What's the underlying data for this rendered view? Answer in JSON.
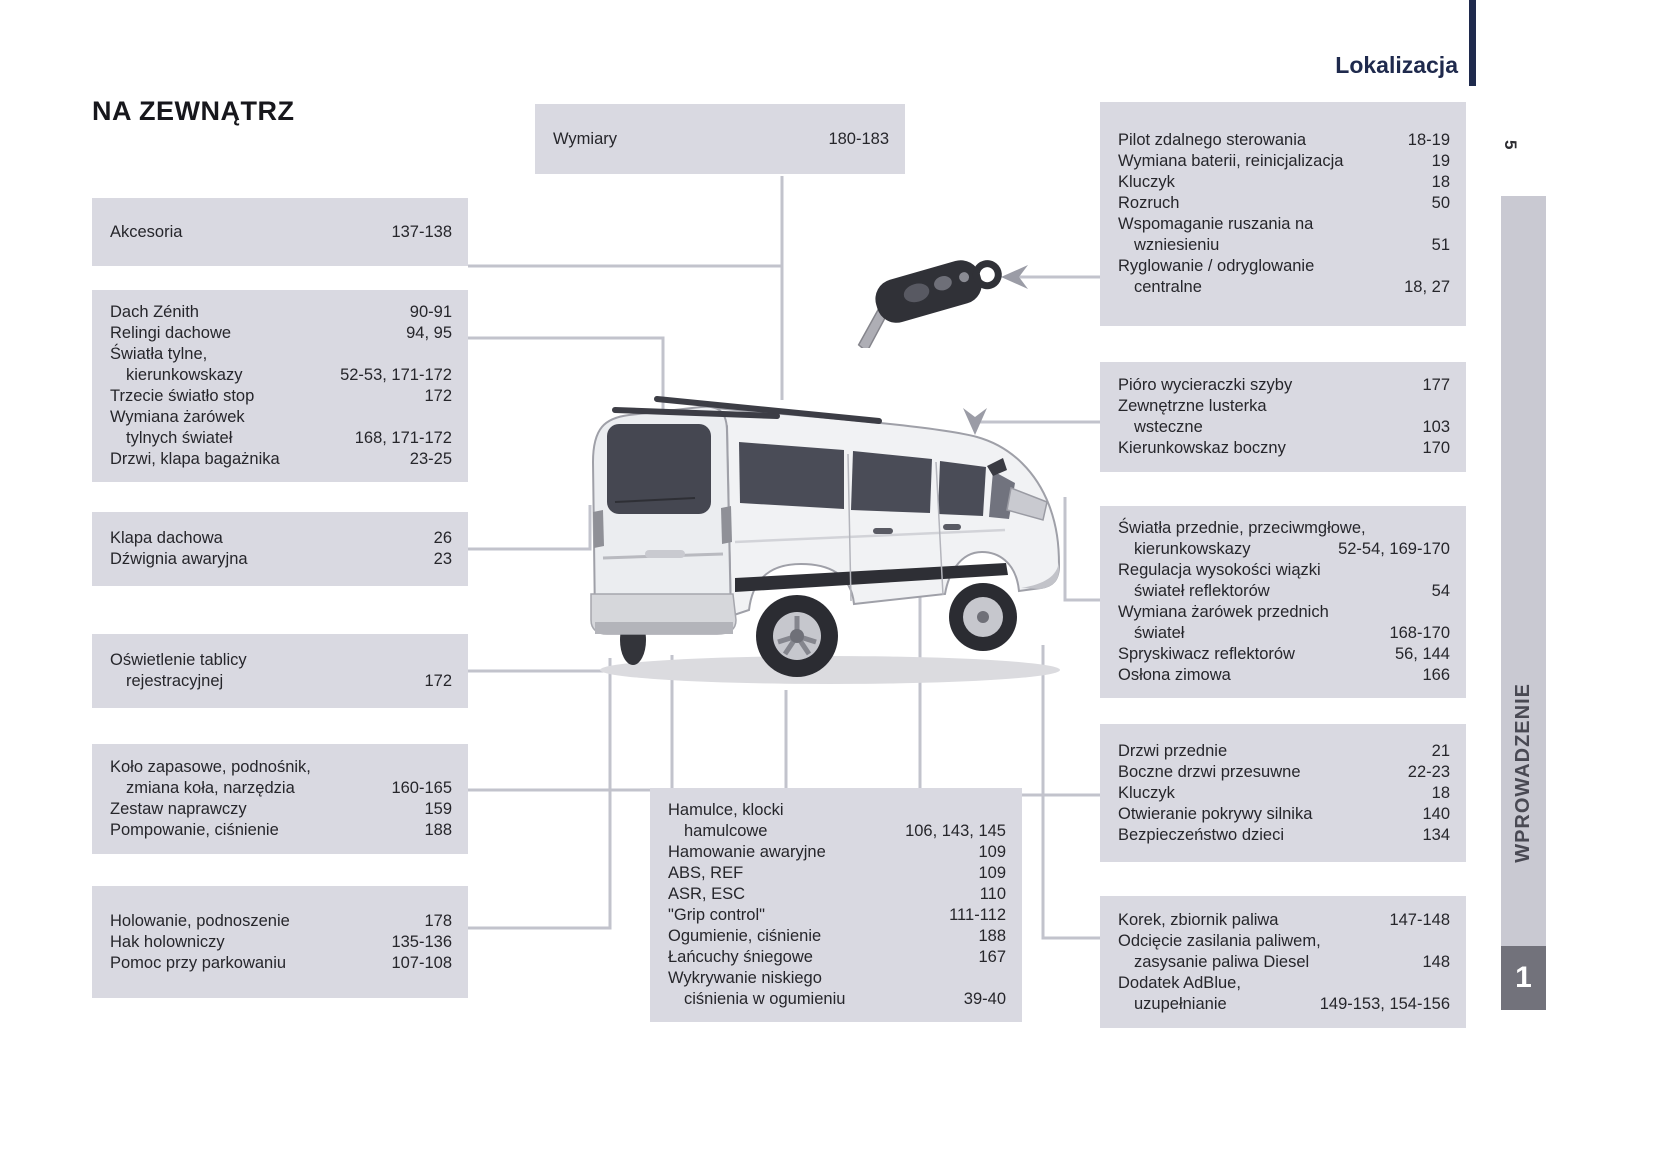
{
  "page": {
    "section_title": "NA ZEWNĄTRZ",
    "header_label": "Lokalizacja",
    "page_number": "5",
    "sidebar_label": "WPROWADZENIE",
    "chapter_number": "1"
  },
  "colors": {
    "box_bg": "#d9d9e1",
    "header_navy": "#1f2a4d",
    "sidebar_strip": "#c9c9d2",
    "chapter_bg": "#72727b",
    "connector": "#c2c3cc"
  },
  "illustrations": {
    "vehicle": "van-rear-three-quarter-view",
    "key": "remote-control-flip-key"
  },
  "boxes": {
    "wymiary": {
      "rows": [
        {
          "label": "Wymiary",
          "pages": "180-183"
        }
      ]
    },
    "akcesoria": {
      "rows": [
        {
          "label": "Akcesoria",
          "pages": "137-138"
        }
      ]
    },
    "dach": {
      "rows": [
        {
          "label": "Dach Zénith",
          "pages": "90-91"
        },
        {
          "label": "Relingi dachowe",
          "pages": "94, 95"
        },
        {
          "label": "Światła tylne,",
          "pages": ""
        },
        {
          "label": "kierunkowskazy",
          "pages": "52-53, 171-172",
          "indent": true
        },
        {
          "label": "Trzecie światło stop",
          "pages": "172"
        },
        {
          "label": "Wymiana żarówek",
          "pages": ""
        },
        {
          "label": "tylnych świateł",
          "pages": "168, 171-172",
          "indent": true
        },
        {
          "label": "Drzwi, klapa bagażnika",
          "pages": "23-25"
        }
      ]
    },
    "klapa": {
      "rows": [
        {
          "label": "Klapa dachowa",
          "pages": "26"
        },
        {
          "label": "Dźwignia awaryjna",
          "pages": "23"
        }
      ]
    },
    "oswietlenie": {
      "rows": [
        {
          "label": "Oświetlenie tablicy",
          "pages": ""
        },
        {
          "label": "rejestracyjnej",
          "pages": "172",
          "indent": true
        }
      ]
    },
    "kolo": {
      "rows": [
        {
          "label": "Koło zapasowe, podnośnik,",
          "pages": ""
        },
        {
          "label": "zmiana koła, narzędzia",
          "pages": "160-165",
          "indent": true
        },
        {
          "label": "Zestaw naprawczy",
          "pages": "159"
        },
        {
          "label": "Pompowanie, ciśnienie",
          "pages": "188"
        }
      ]
    },
    "holowanie": {
      "rows": [
        {
          "label": "Holowanie, podnoszenie",
          "pages": "178"
        },
        {
          "label": "Hak holowniczy",
          "pages": "135-136"
        },
        {
          "label": "Pomoc przy parkowaniu",
          "pages": "107-108"
        }
      ]
    },
    "hamulce": {
      "rows": [
        {
          "label": "Hamulce, klocki",
          "pages": ""
        },
        {
          "label": "hamulcowe",
          "pages": "106, 143, 145",
          "indent": true
        },
        {
          "label": "Hamowanie awaryjne",
          "pages": "109"
        },
        {
          "label": "ABS, REF",
          "pages": "109"
        },
        {
          "label": "ASR, ESC",
          "pages": "110"
        },
        {
          "label": "\"Grip control\"",
          "pages": "111-112"
        },
        {
          "label": "Ogumienie, ciśnienie",
          "pages": "188"
        },
        {
          "label": "Łańcuchy śniegowe",
          "pages": "167"
        },
        {
          "label": "Wykrywanie niskiego",
          "pages": ""
        },
        {
          "label": "ciśnienia w ogumieniu",
          "pages": "39-40",
          "indent": true
        }
      ]
    },
    "pilot": {
      "rows": [
        {
          "label": "Pilot zdalnego sterowania",
          "pages": "18-19"
        },
        {
          "label": "Wymiana baterii, reinicjalizacja",
          "pages": "19"
        },
        {
          "label": "Kluczyk",
          "pages": "18"
        },
        {
          "label": "Rozruch",
          "pages": "50"
        },
        {
          "label": "Wspomaganie ruszania na",
          "pages": ""
        },
        {
          "label": "wzniesieniu",
          "pages": "51",
          "indent": true
        },
        {
          "label": "Ryglowanie / odryglowanie",
          "pages": ""
        },
        {
          "label": "centralne",
          "pages": "18, 27",
          "indent": true
        }
      ]
    },
    "pioro": {
      "rows": [
        {
          "label": "Pióro wycieraczki szyby",
          "pages": "177"
        },
        {
          "label": "Zewnętrzne lusterka",
          "pages": ""
        },
        {
          "label": "wsteczne",
          "pages": "103",
          "indent": true
        },
        {
          "label": "Kierunkowskaz boczny",
          "pages": "170"
        }
      ]
    },
    "swiatla": {
      "rows": [
        {
          "label": "Światła przednie, przeciwmgłowe,",
          "pages": ""
        },
        {
          "label": "kierunkowskazy",
          "pages": "52-54, 169-170",
          "indent": true
        },
        {
          "label": "Regulacja wysokości wiązki",
          "pages": ""
        },
        {
          "label": "świateł reflektorów",
          "pages": "54",
          "indent": true
        },
        {
          "label": "Wymiana żarówek przednich",
          "pages": ""
        },
        {
          "label": "świateł",
          "pages": "168-170",
          "indent": true
        },
        {
          "label": "Spryskiwacz reflektorów",
          "pages": "56, 144"
        },
        {
          "label": "Osłona zimowa",
          "pages": "166"
        }
      ]
    },
    "drzwi": {
      "rows": [
        {
          "label": "Drzwi przednie",
          "pages": "21"
        },
        {
          "label": "Boczne drzwi przesuwne",
          "pages": "22-23"
        },
        {
          "label": "Kluczyk",
          "pages": "18"
        },
        {
          "label": "Otwieranie pokrywy silnika",
          "pages": "140"
        },
        {
          "label": "Bezpieczeństwo dzieci",
          "pages": "134"
        }
      ]
    },
    "korek": {
      "rows": [
        {
          "label": "Korek, zbiornik paliwa",
          "pages": "147-148"
        },
        {
          "label": "Odcięcie zasilania paliwem,",
          "pages": ""
        },
        {
          "label": "zasysanie paliwa Diesel",
          "pages": "148",
          "indent": true
        },
        {
          "label": "Dodatek AdBlue,",
          "pages": ""
        },
        {
          "label": "uzupełnianie",
          "pages": "149-153, 154-156",
          "indent": true
        }
      ]
    }
  }
}
